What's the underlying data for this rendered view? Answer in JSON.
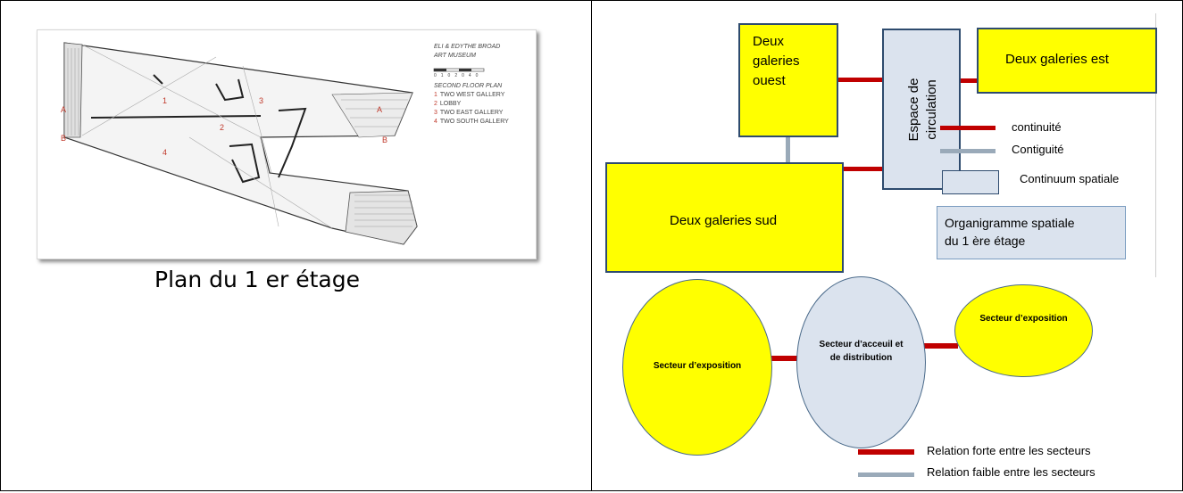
{
  "floor_plan": {
    "museum_name_line1": "ELI & EDYTHE BROAD",
    "museum_name_line2": "ART MUSEUM",
    "scale_ticks": [
      "0",
      "10",
      "20",
      "40"
    ],
    "plan_title": "SECOND FLOOR PLAN",
    "legend": [
      {
        "num": "1",
        "label": "TWO WEST GALLERY"
      },
      {
        "num": "2",
        "label": "LOBBY"
      },
      {
        "num": "3",
        "label": "TWO EAST GALLERY"
      },
      {
        "num": "4",
        "label": "TWO SOUTH GALLERY"
      }
    ],
    "room_numbers": [
      "1",
      "2",
      "3",
      "4"
    ],
    "section_marks": [
      "A",
      "B",
      "A",
      "B"
    ],
    "caption": "Plan du 1 er étage"
  },
  "organigram": {
    "west_gallery": "Deux galeries ouest",
    "west_gallery_lines": [
      "Deux",
      "galeries",
      "ouest"
    ],
    "circulation_lines": [
      "Espace de",
      "circulation"
    ],
    "east_gallery": "Deux galeries est",
    "south_gallery": "Deux galeries sud",
    "legend": {
      "continuity": "continuité",
      "contiguity": "Contiguité",
      "continuum": "Continuum spatiale"
    },
    "title_lines": [
      "Organigramme spatiale",
      "du 1 ère étage"
    ]
  },
  "sectors": {
    "exhibition_left": "Secteur d’exposition",
    "reception_lines": [
      "Secteur d’acceuil et",
      "de distribution"
    ],
    "exhibition_right": "Secteur d’exposition",
    "legend_strong": "Relation forte entre les secteurs",
    "legend_weak": "Relation faible entre les secteurs"
  },
  "colors": {
    "yellow": "#ffff00",
    "red": "#c00000",
    "grey": "#9aaab9",
    "light_blue": "#dbe3ee",
    "border_blue": "#2e4b6e"
  }
}
